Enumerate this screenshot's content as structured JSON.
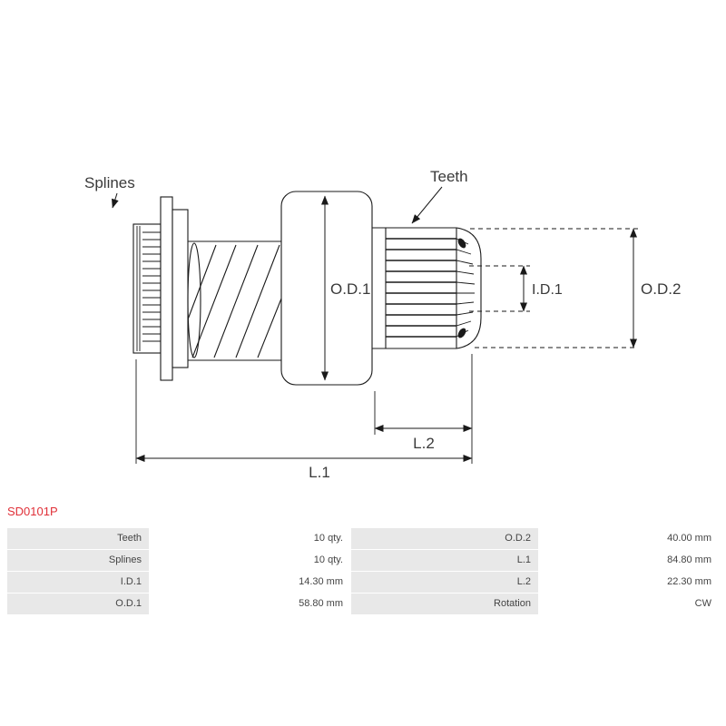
{
  "part_number": "SD0101P",
  "colors": {
    "accent_red": "#e03038",
    "line_color": "#1a1a1a",
    "text_color": "#3a3a3a",
    "table_label_bg": "#e8e8e8",
    "table_value_bg": "#ffffff",
    "table_text": "#444444"
  },
  "diagram": {
    "labels": {
      "splines": "Splines",
      "teeth": "Teeth",
      "od1": "O.D.1",
      "id1": "I.D.1",
      "od2": "O.D.2",
      "l1": "L.1",
      "l2": "L.2"
    }
  },
  "spec_table": {
    "rows": [
      {
        "left_label": "Teeth",
        "left_value": "10 qty.",
        "right_label": "O.D.2",
        "right_value": "40.00 mm"
      },
      {
        "left_label": "Splines",
        "left_value": "10 qty.",
        "right_label": "L.1",
        "right_value": "84.80 mm"
      },
      {
        "left_label": "I.D.1",
        "left_value": "14.30 mm",
        "right_label": "L.2",
        "right_value": "22.30 mm"
      },
      {
        "left_label": "O.D.1",
        "left_value": "58.80 mm",
        "right_label": "Rotation",
        "right_value": "CW"
      }
    ]
  }
}
